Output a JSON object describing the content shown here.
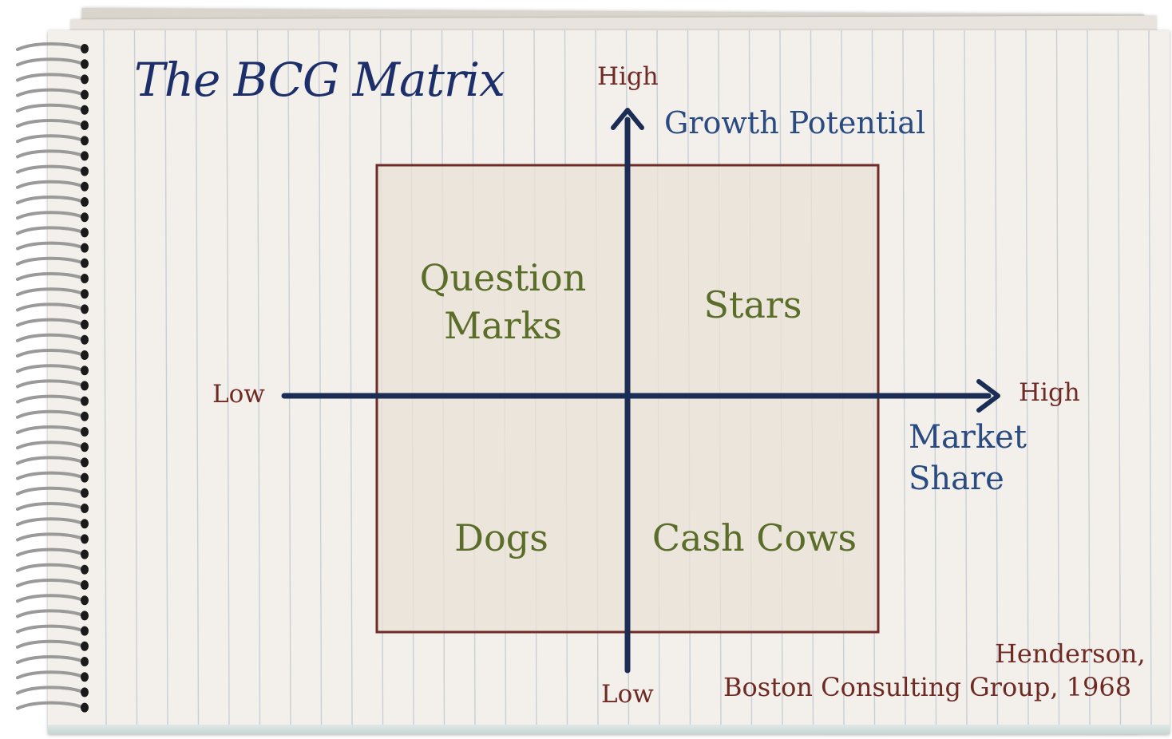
{
  "title": "The BCG Matrix",
  "y_axis": {
    "high_label": "High",
    "low_label": "Low",
    "name": "Growth Potential"
  },
  "x_axis": {
    "low_label": "Low",
    "high_label": "High",
    "name": "Market Share"
  },
  "quadrants": {
    "top_left": "Question Marks",
    "top_right": "Stars",
    "bottom_left": "Dogs",
    "bottom_right": "Cash Cows"
  },
  "credit": {
    "line1": "Henderson,",
    "line2": "Boston Consulting Group, 1968"
  },
  "colors": {
    "title": "#1d2f6b",
    "axis_arrows": "#1b2d55",
    "axis_end_labels": "#6f2a24",
    "axis_names": "#2a4b82",
    "quadrant_text": "#5a6e2a",
    "matrix_border": "#6e2b27",
    "matrix_fill": "#e9e2d6",
    "paper": "#f3efeb",
    "ruled_lines": "#c9cfd6"
  }
}
